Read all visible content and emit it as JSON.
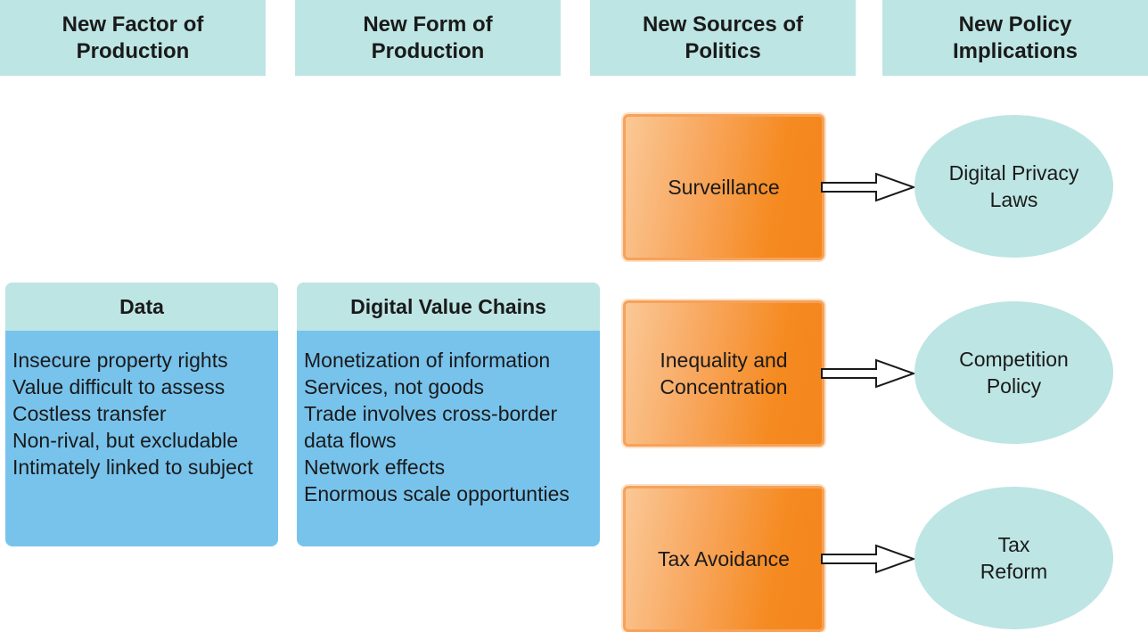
{
  "headers": [
    "New Factor of\nProduction",
    "New Form of\nProduction",
    "New Sources of\nPolitics",
    "New Policy\nImplications"
  ],
  "factor_panel": {
    "title": "Data",
    "items": [
      "Insecure property rights",
      "Value difficult to assess",
      "Costless transfer",
      "Non-rival, but excludable",
      "Intimately linked to subject"
    ]
  },
  "form_panel": {
    "title": "Digital Value Chains",
    "items": [
      "Monetization of information",
      "Services, not goods",
      "Trade involves cross-border",
      "data flows",
      "Network effects",
      "Enormous scale opportunties"
    ]
  },
  "sources": [
    "Surveillance",
    "Inequality and\nConcentration",
    "Tax Avoidance"
  ],
  "policies": [
    "Digital Privacy\nLaws",
    "Competition\nPolicy",
    "Tax\nReform"
  ],
  "colors": {
    "header_bg": "#bde5e4",
    "panel_body": "#78c3ec",
    "source_orange": "#f58a20",
    "policy_bg": "#bde5e4"
  }
}
